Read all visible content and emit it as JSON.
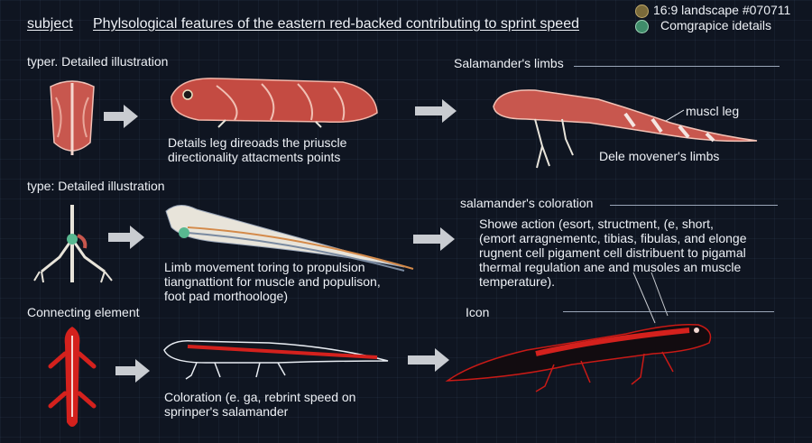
{
  "header": {
    "subject_label": "subject",
    "title": "Phylsological features of the eastern red-backed contributing to sprint speed",
    "meta_line1": "16:9 landscape #070711",
    "meta_line2": "Comgrapice idetails"
  },
  "sections": {
    "row1_left_label": "typer. Detailed illustration",
    "row1_right_label": "Salamander's limbs",
    "row1_mid_caption_line1": "Details  leg direoads the priuscle",
    "row1_mid_caption_line2": "directionality attacments points",
    "row1_right_annot": "muscl leg",
    "row1_right_caption": "Dele movener's limbs",
    "row2_left_label": "type: Detailed illustration",
    "row2_right_label": "salamander's coloration",
    "row2_mid_caption_line1": "Limb movement toring to propulsion",
    "row2_mid_caption_line2": "tiangnattiont for muscle and populison,",
    "row2_mid_caption_line3": "foot pad morthoologe)",
    "row2_right_text_line1": "Showe action (esort,  structment,  (e, short,",
    "row2_right_text_line2": "(emort arragnementc, tibias, fibulas, and elonge",
    "row2_right_text_line3": "rugnent cell pigament cell distribuent to pigamal",
    "row2_right_text_line4": "thermal regulation ane and musoles an muscle",
    "row2_right_text_line5": "temperature).",
    "row3_left_label": "Connecting element",
    "row3_right_label": "Icon",
    "row3_mid_caption_line1": "Coloration (e. ga, rebrint speed on",
    "row3_mid_caption_line2": "sprinper's salamander"
  },
  "colors": {
    "background": "#0f1521",
    "muscle": "#c8574e",
    "muscle_light": "#e9a79b",
    "stripe_red": "#d4211d",
    "outline_red": "#c91a16",
    "bone": "#e8e4da",
    "arrow": "#c9ccd1",
    "meta_icon_1": "#7a6a3a",
    "meta_icon_2": "#3f8c6a"
  },
  "icons": {
    "meta_1": "settings-dot-icon",
    "meta_2": "compass-icon"
  }
}
